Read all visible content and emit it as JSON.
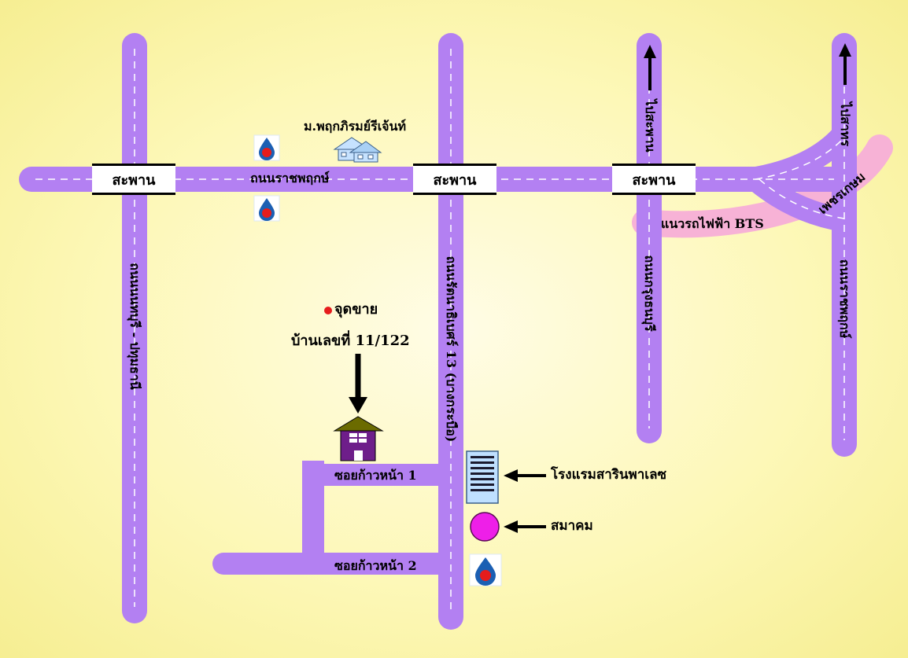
{
  "roads": {
    "main_road": "ถนนราชพฤกษ์",
    "left_road": "ถนนนนทบุรี - ปทุมธานี",
    "mid_road": "ถนนรัตนาธิเบศร์ 13 (บางกระบือ)",
    "right_road_1": "ถนนกรุงธนบุรี",
    "right_road_2": "ถนนราชพฤกษ์",
    "right_top_1": "ไปสะพาน",
    "right_top_2": "ไปสาทร",
    "diagonal_road": "เพชรเกษม",
    "bts_line": "แนวรถไฟฟ้า BTS",
    "soi_1": "ซอยก้าวหน้า 1",
    "soi_2": "ซอยก้าวหน้า 2"
  },
  "bridges": [
    "สะพาน",
    "สะพาน",
    "สะพาน"
  ],
  "landmarks": {
    "village": "ม.พฤกภิรมย์รีเจ้นท์",
    "sale_point": "จุดขาย",
    "house_number": "บ้านเลขที่ 11/122",
    "hotel": "โรงแรมสารินพาเลซ",
    "association": "สมาคม"
  },
  "icons": [
    "gas-station-icon",
    "house-icon",
    "village-icon",
    "building-icon",
    "circle-marker-icon",
    "arrow-icon"
  ],
  "colors": {
    "road": "#b380f2",
    "bts": "#f7b2d6",
    "association": "#ee1fe8",
    "sale_dot": "#e61c1c",
    "house": "#6e1e8a"
  }
}
